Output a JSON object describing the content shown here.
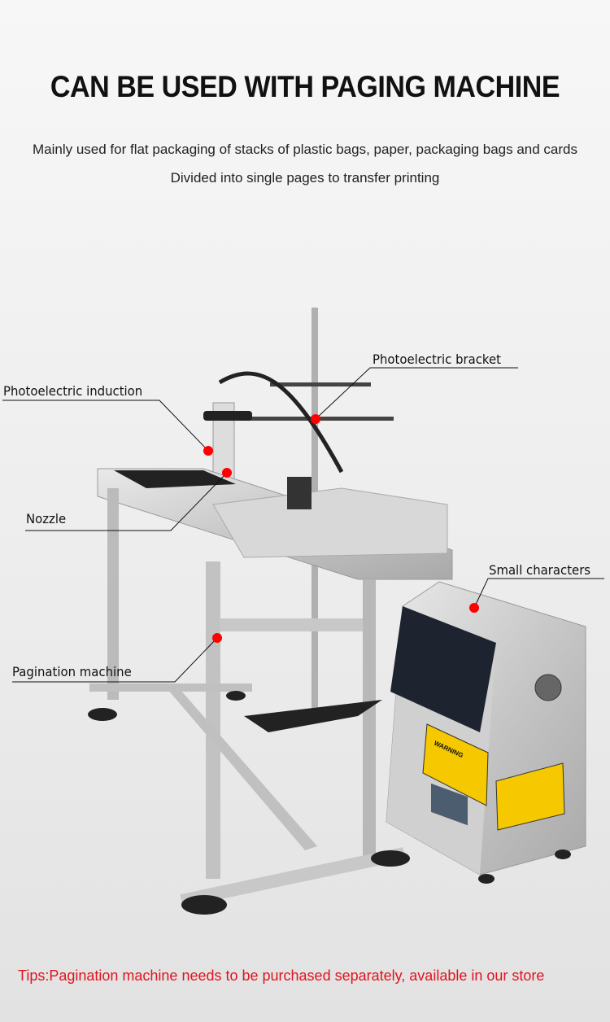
{
  "title": "CAN BE USED WITH PAGING MACHINE",
  "subtitle_lines": [
    "Mainly used for flat packaging of stacks of plastic bags, paper, packaging bags and cards",
    "Divided into single pages to transfer printing"
  ],
  "callouts": {
    "photoelectric_bracket": "Photoelectric bracket",
    "photoelectric_induction": "Photoelectric induction",
    "nozzle": "Nozzle",
    "small_characters": "Small characters",
    "pagination_machine": "Pagination machine"
  },
  "printer_label": "WARNING",
  "tips": "Tips:Pagination machine needs to be purchased separately, available in our store",
  "colors": {
    "marker": "#ff0000",
    "tips": "#e0141e"
  }
}
